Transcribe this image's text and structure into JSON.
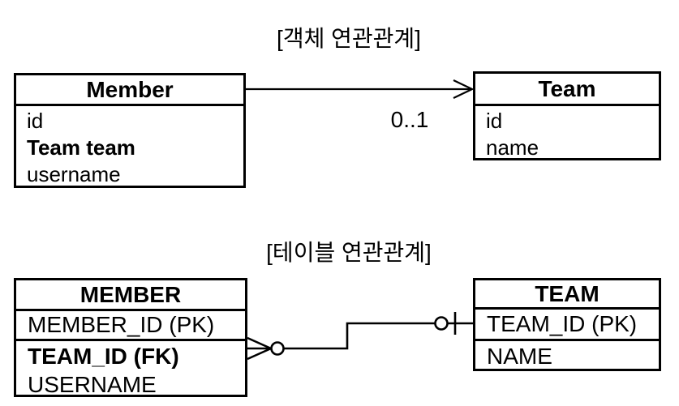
{
  "object_diagram": {
    "title": "[객체 연관관계]",
    "member": {
      "name": "Member",
      "fields": [
        "id",
        "Team team",
        "username"
      ]
    },
    "team": {
      "name": "Team",
      "fields": [
        "id",
        "name"
      ]
    },
    "association": {
      "from": "Member",
      "to": "Team",
      "multiplicity": "0..1",
      "arrow_style": "open-arrowhead"
    }
  },
  "table_diagram": {
    "title": "[테이블 연관관계]",
    "member": {
      "name": "MEMBER",
      "rows": [
        "MEMBER_ID (PK)",
        "TEAM_ID (FK)",
        "USERNAME"
      ]
    },
    "team": {
      "name": "TEAM",
      "rows": [
        "TEAM_ID (PK)",
        "NAME"
      ]
    },
    "relation": {
      "member_end": "zero-or-many (crow's foot + circle)",
      "team_end": "zero-or-one (circle + bar)"
    }
  },
  "colors": {
    "background": "#ffffff",
    "line": "#000000",
    "text": "#000000"
  }
}
